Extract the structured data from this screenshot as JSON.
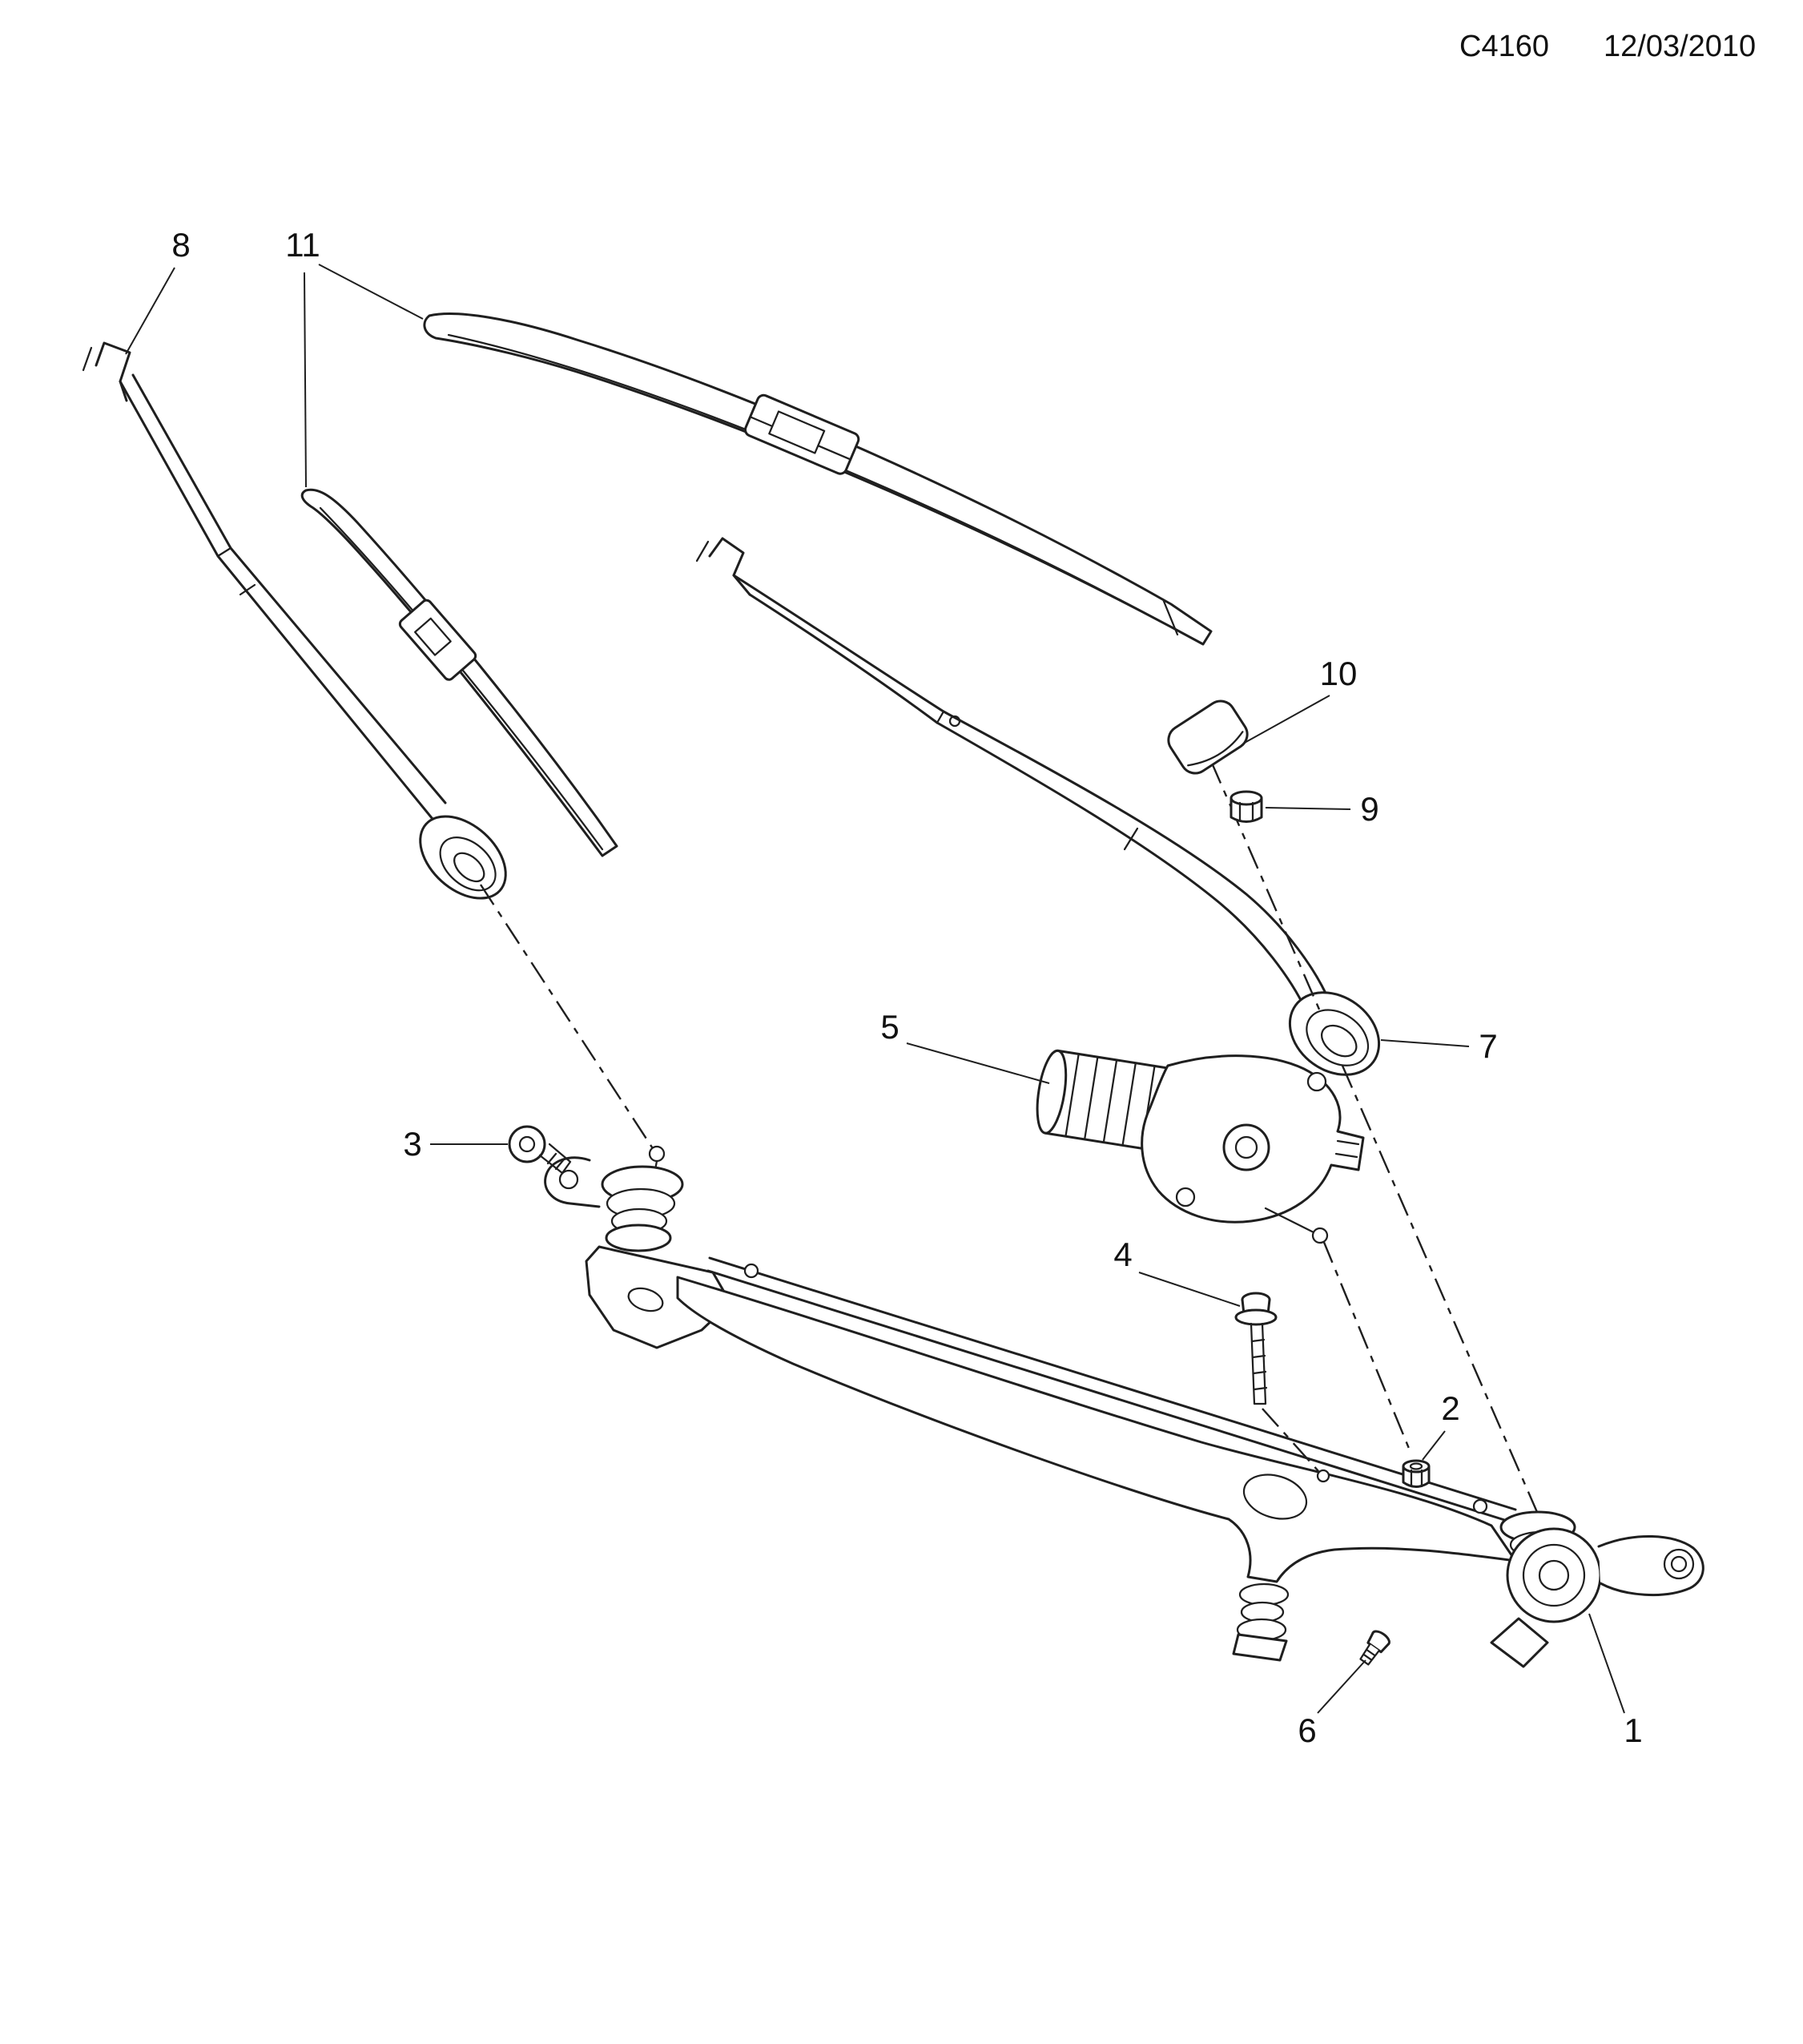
{
  "header": {
    "code": "C4160",
    "date": "12/03/2010"
  },
  "diagram": {
    "callouts": [
      {
        "label": "1"
      },
      {
        "label": "2"
      },
      {
        "label": "3"
      },
      {
        "label": "4"
      },
      {
        "label": "5"
      },
      {
        "label": "6"
      },
      {
        "label": "7"
      },
      {
        "label": "8"
      },
      {
        "label": "9"
      },
      {
        "label": "10"
      },
      {
        "label": "11"
      }
    ]
  }
}
